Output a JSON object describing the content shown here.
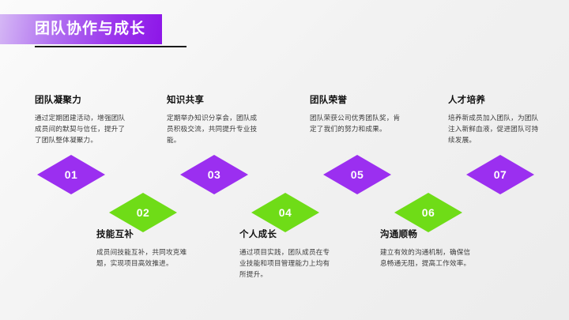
{
  "slide": {
    "title": "团队协作与成长",
    "accent_purple": "#9b2ff0",
    "accent_green": "#6fdc17",
    "background": "#f2f2f2"
  },
  "items": [
    {
      "number": "01",
      "marker_color": "purple",
      "position": "upper",
      "heading": "团队凝聚力",
      "body": "通过定期团建活动，增强团队成员间的默契与信任，提升了了团队整体凝聚力。"
    },
    {
      "number": "02",
      "marker_color": "green",
      "position": "lower",
      "heading": "技能互补",
      "body": "成员间技能互补，共同攻克难题，实现项目高效推进。"
    },
    {
      "number": "03",
      "marker_color": "purple",
      "position": "upper",
      "heading": "知识共享",
      "body": "定期举办知识分享会，团队成员积极交流，共同提升专业技能。"
    },
    {
      "number": "04",
      "marker_color": "green",
      "position": "lower",
      "heading": "个人成长",
      "body": "通过项目实践，团队成员在专业技能和项目管理能力上均有所提升。"
    },
    {
      "number": "05",
      "marker_color": "purple",
      "position": "upper",
      "heading": "团队荣誉",
      "body": "团队荣获公司优秀团队奖，肯定了我们的努力和成果。"
    },
    {
      "number": "06",
      "marker_color": "green",
      "position": "lower",
      "heading": "沟通顺畅",
      "body": "建立有效的沟通机制，确保信息畅通无阻，提高工作效率。"
    },
    {
      "number": "07",
      "marker_color": "purple",
      "position": "upper",
      "heading": "人才培养",
      "body": "培养新成员加入团队，为团队注入新鲜血液，促进团队可持续发展。"
    }
  ]
}
